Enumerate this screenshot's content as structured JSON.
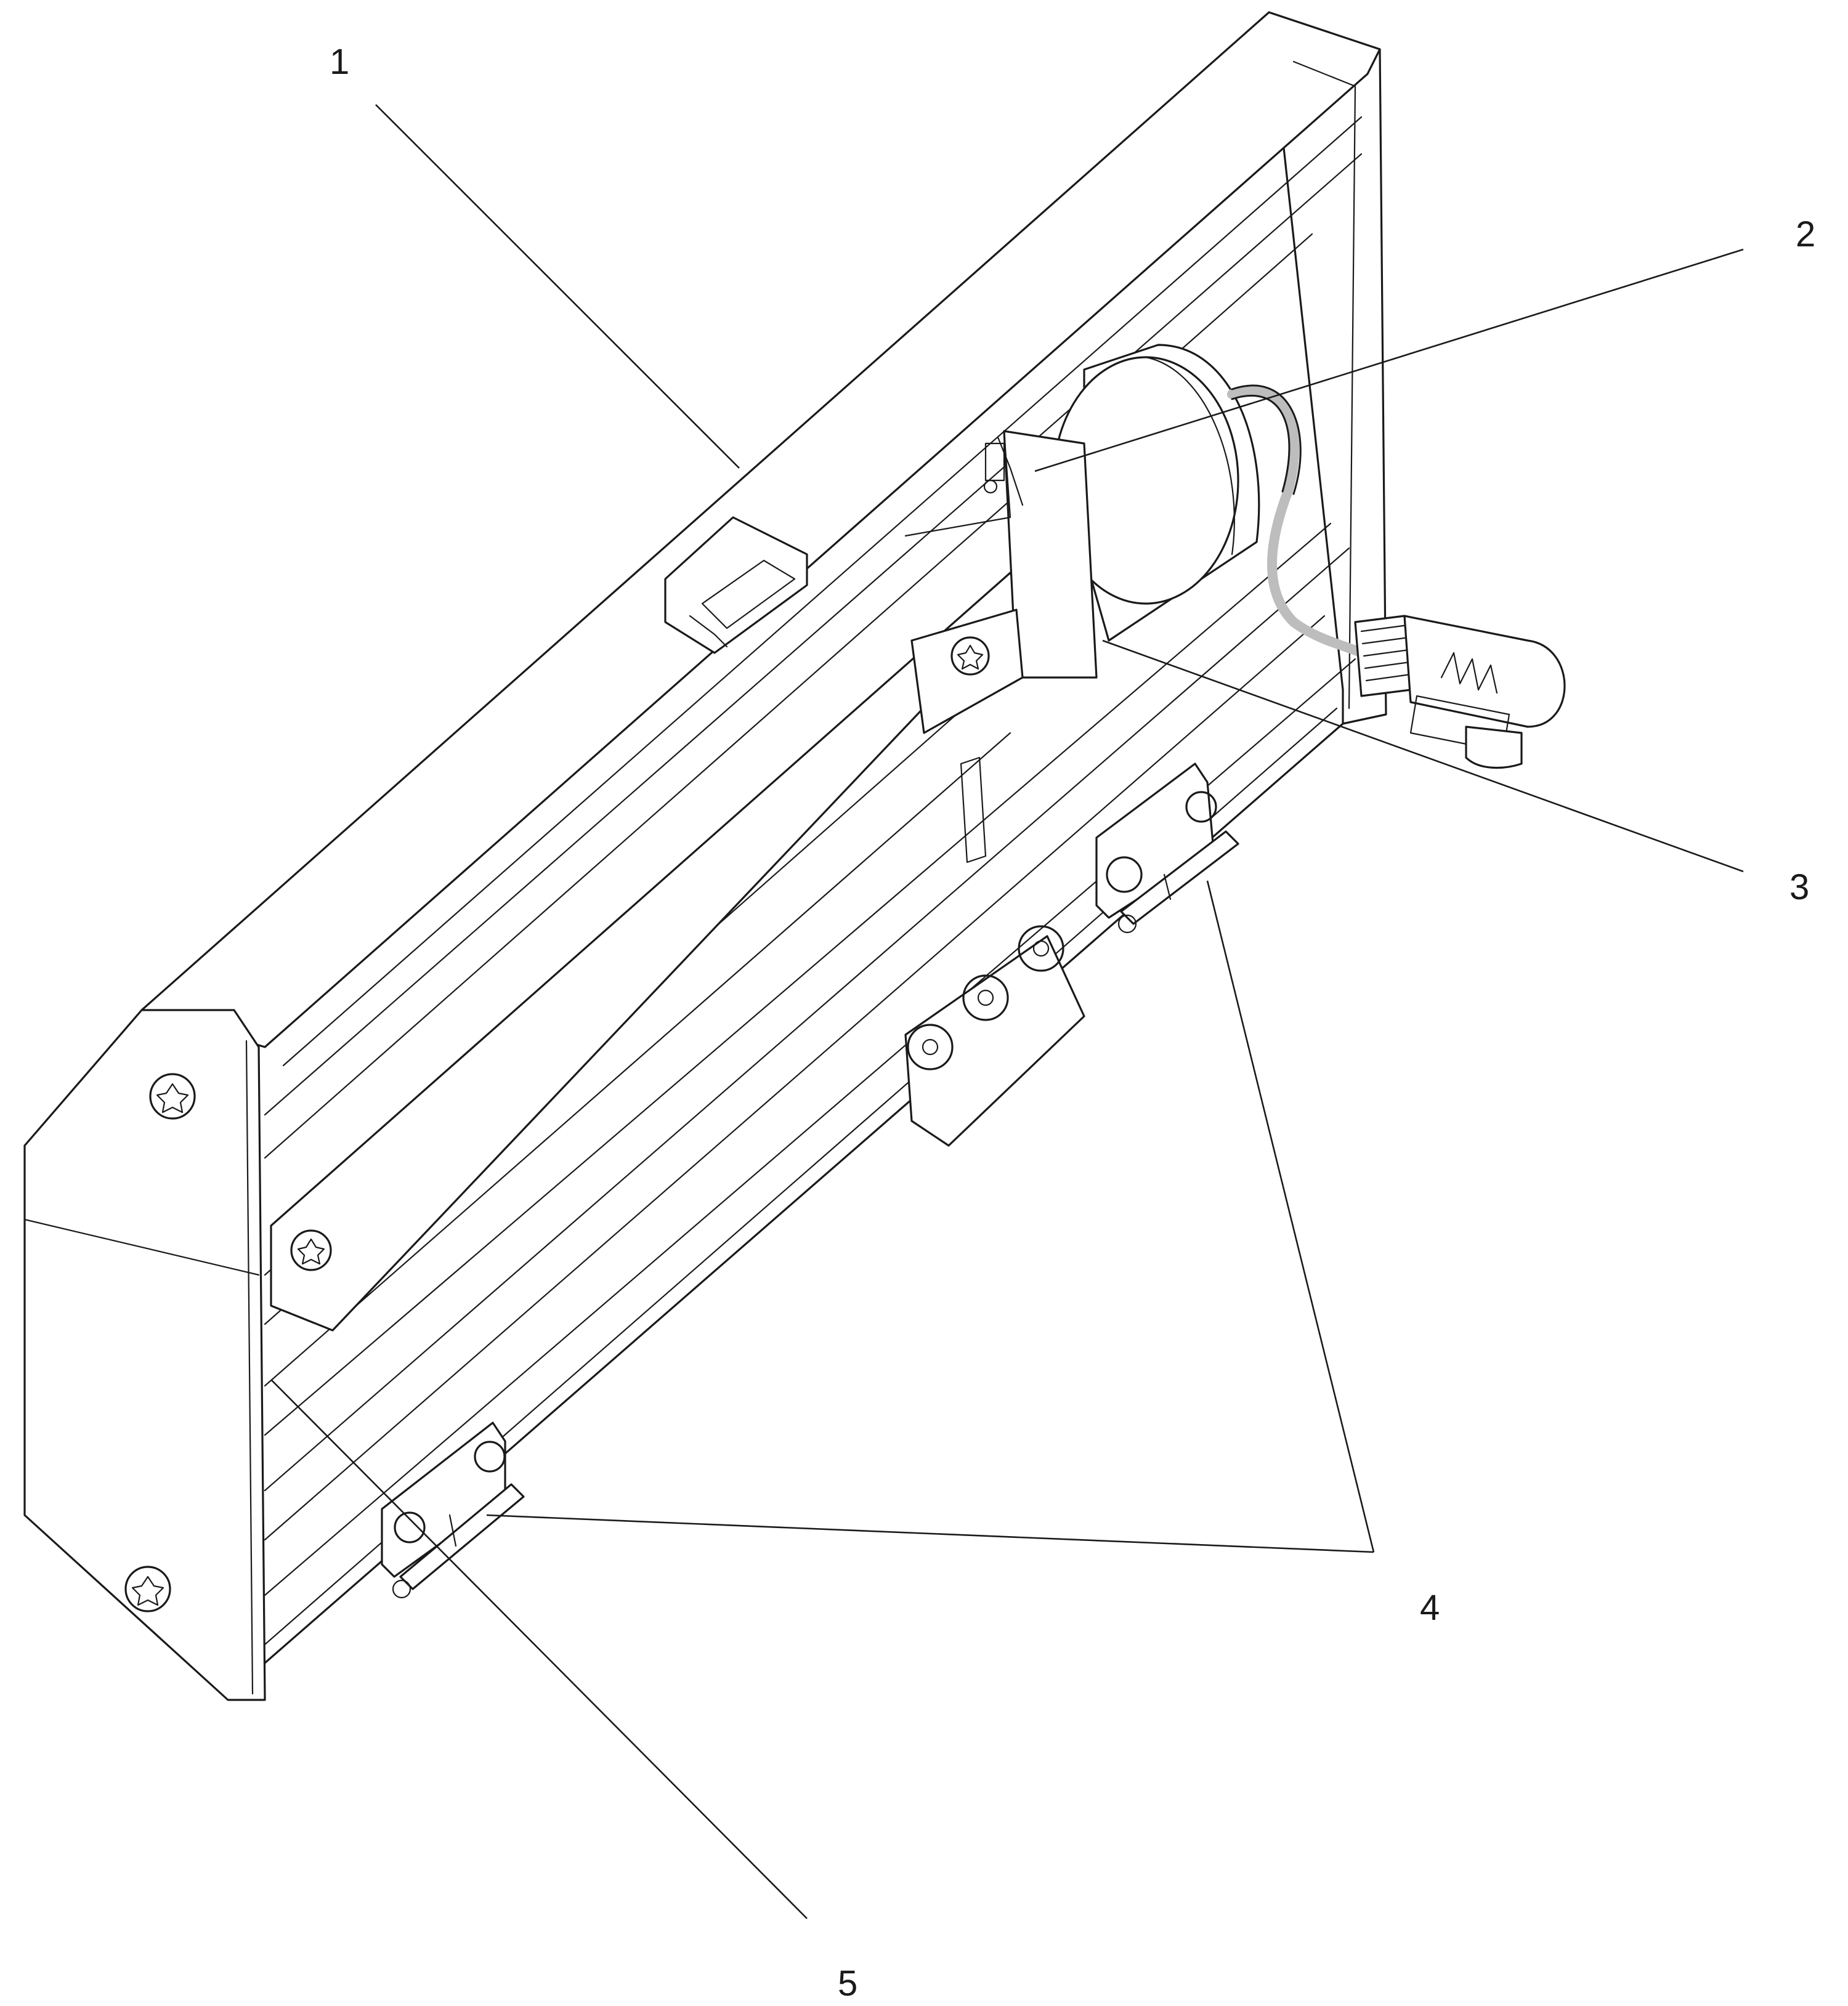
{
  "figure": {
    "callouts": [
      {
        "id": "1",
        "label": "1"
      },
      {
        "id": "2",
        "label": "2"
      },
      {
        "id": "3",
        "label": "3"
      },
      {
        "id": "4",
        "label": "4"
      },
      {
        "id": "5",
        "label": "5"
      }
    ]
  },
  "colors": {
    "line": "#1a1a1a",
    "background": "#ffffff",
    "cable": "#bdbdbd"
  }
}
